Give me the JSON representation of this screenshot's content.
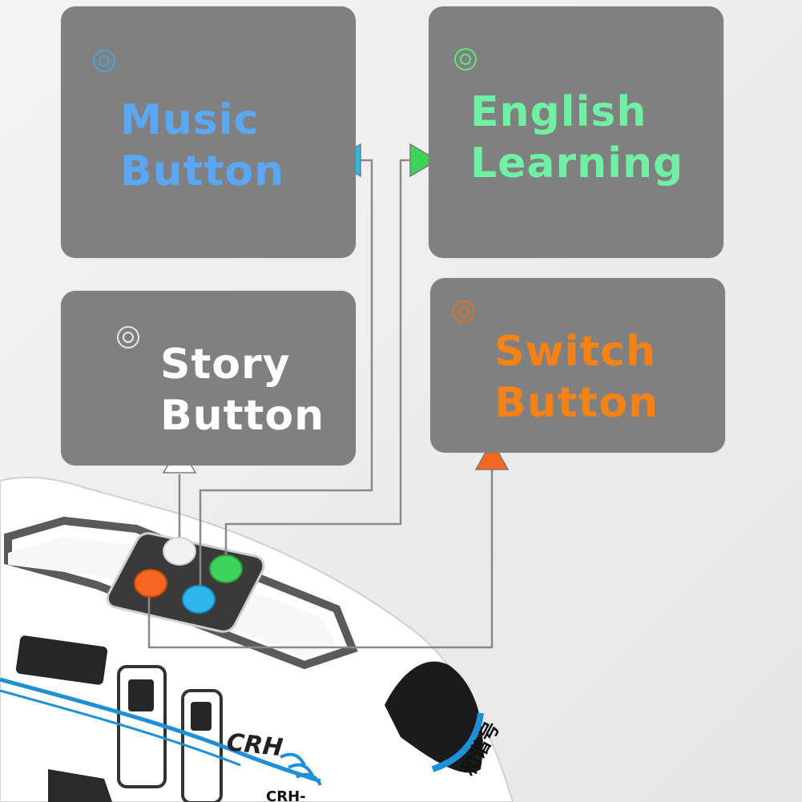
{
  "panels": {
    "music": {
      "label": "Music\nButton",
      "color": "#5aa8f5",
      "icon": "target-icon"
    },
    "english": {
      "label": "English\nLearning",
      "color": "#70f0a4",
      "icon": "target-icon"
    },
    "story": {
      "label": "Story\nButton",
      "color": "#ffffff",
      "icon": "target-icon"
    },
    "switch": {
      "label": "Switch\nButton",
      "color": "#f58216",
      "icon": "target-icon"
    }
  },
  "train": {
    "logo_text": "CRH",
    "name_text": "和谐号",
    "bottom_text": "CRH-",
    "button_colors": {
      "white": "#f2f2f2",
      "green": "#3ed35a",
      "blue": "#2fb6ef",
      "orange": "#f5661f"
    }
  },
  "arrow_colors": {
    "music": "#2fb6ef",
    "english": "#3ed35a",
    "story": "#ffffff",
    "switch": "#f5661f"
  }
}
